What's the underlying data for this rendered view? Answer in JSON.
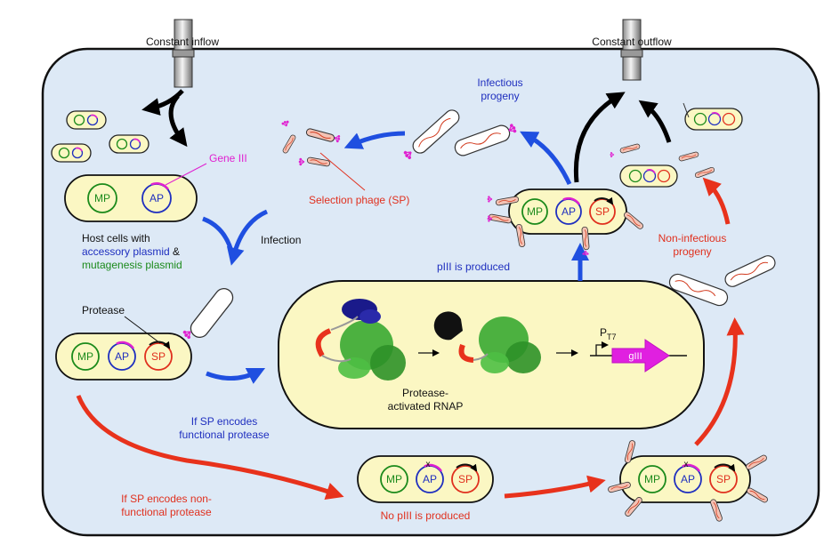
{
  "labels": {
    "constant_inflow": "Constant inflow",
    "constant_outflow": "Constant outflow",
    "gene_iii": "Gene III",
    "selection_phage": "Selection phage (SP)",
    "infectious_progeny_1": "Infectious",
    "infectious_progeny_2": "progeny",
    "host_cells_1": "Host cells with",
    "host_cells_2a": "accessory plasmid",
    "host_cells_2b": " &",
    "host_cells_3": "mutagenesis plasmid",
    "infection": "Infection",
    "piii_produced": "pIII is produced",
    "non_infectious_1": "Non-infectious",
    "non_infectious_2": "progeny",
    "protease": "Protease",
    "protease_rnap_1": "Protease-",
    "protease_rnap_2": "activated RNAP",
    "pt7_p": "P",
    "pt7_sub": "T7",
    "giii": "gIII",
    "if_functional_1": "If SP encodes",
    "if_functional_2": "functional protease",
    "if_nonfunctional_1": "If SP encodes non-",
    "if_nonfunctional_2": "functional protease",
    "no_piii": "No pIII is produced",
    "mp": "MP",
    "ap": "AP",
    "sp": "SP",
    "x_mark": "x"
  },
  "colors": {
    "chamber_fill": "#dde9f6",
    "cell_fill": "#fbf7c3",
    "blue_arrow": "#1f4fe0",
    "red_arrow": "#e8321c",
    "black_arrow": "#000000",
    "mp_green": "#1b8a1b",
    "ap_blue": "#1f2fbf",
    "sp_red": "#e0301e",
    "magenta": "#e020d0",
    "phage_fill": "#f3c2b4",
    "protein_green": "#39a832",
    "protein_blue": "#1a1a8a"
  }
}
